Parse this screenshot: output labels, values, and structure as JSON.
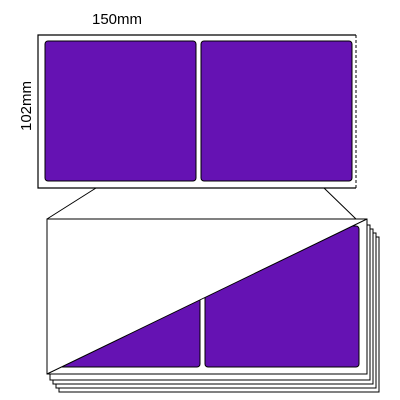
{
  "dimensions": {
    "width_label": "150mm",
    "height_label": "102mm"
  },
  "colors": {
    "label_fill": "#6512b3",
    "sheet_stroke": "#000000",
    "background": "#ffffff"
  },
  "labels_per_sheet": 2
}
